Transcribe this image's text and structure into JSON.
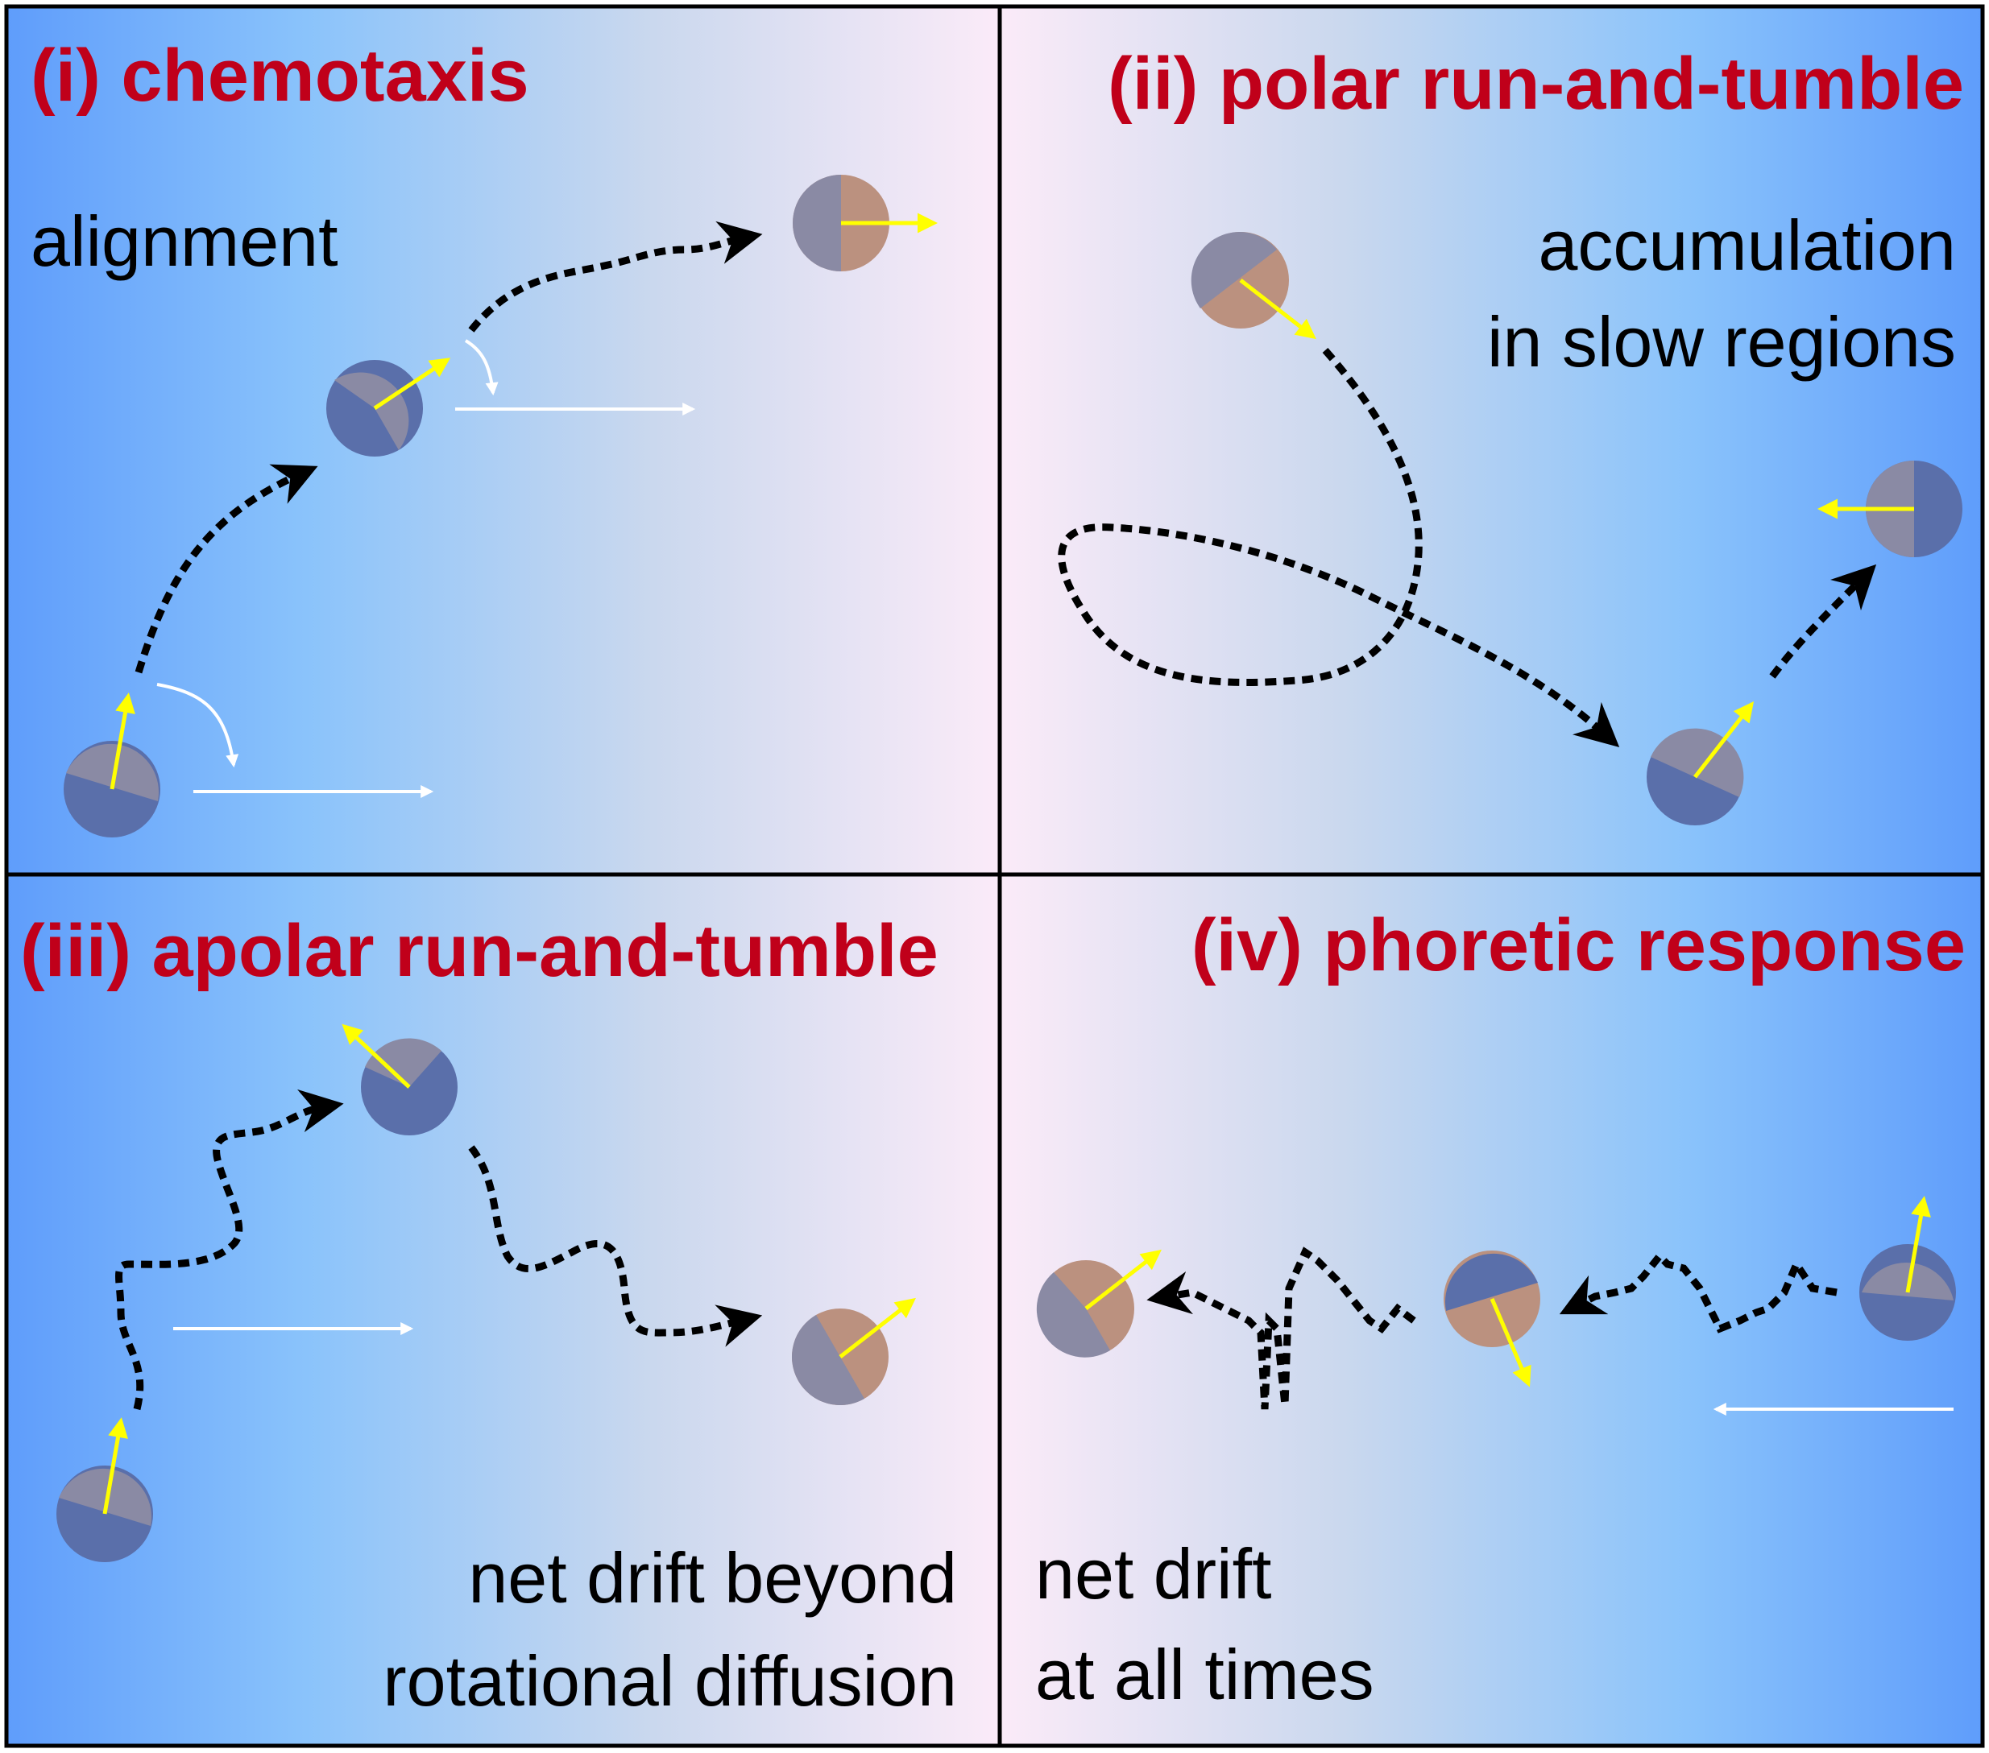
{
  "colors": {
    "title_red": "#c0001a",
    "gradient_blue_deep": "#5f9dfb",
    "gradient_blue_mid": "#8ac3fb",
    "gradient_pink": "#fbebf8",
    "arrow_yellow": "#ffff00",
    "arrow_white": "#ffffff",
    "particle_blue": "#5a6faa",
    "particle_orange": "#bb917f",
    "particle_mauve": "#8a8aa4",
    "frame": "#000000"
  },
  "panels": [
    {
      "id": "i",
      "title": "(i) chemotaxis",
      "captions": [
        "alignment"
      ]
    },
    {
      "id": "ii",
      "title": "(ii) polar run-and-tumble",
      "captions": [
        "accumulation",
        "in slow regions"
      ]
    },
    {
      "id": "iii",
      "title": "(iii) apolar run-and-tumble",
      "captions": [
        "net drift beyond",
        "rotational diffusion"
      ]
    },
    {
      "id": "iv",
      "title": "(iv) phoretic response",
      "captions": [
        "net drift",
        "at all times"
      ]
    }
  ]
}
